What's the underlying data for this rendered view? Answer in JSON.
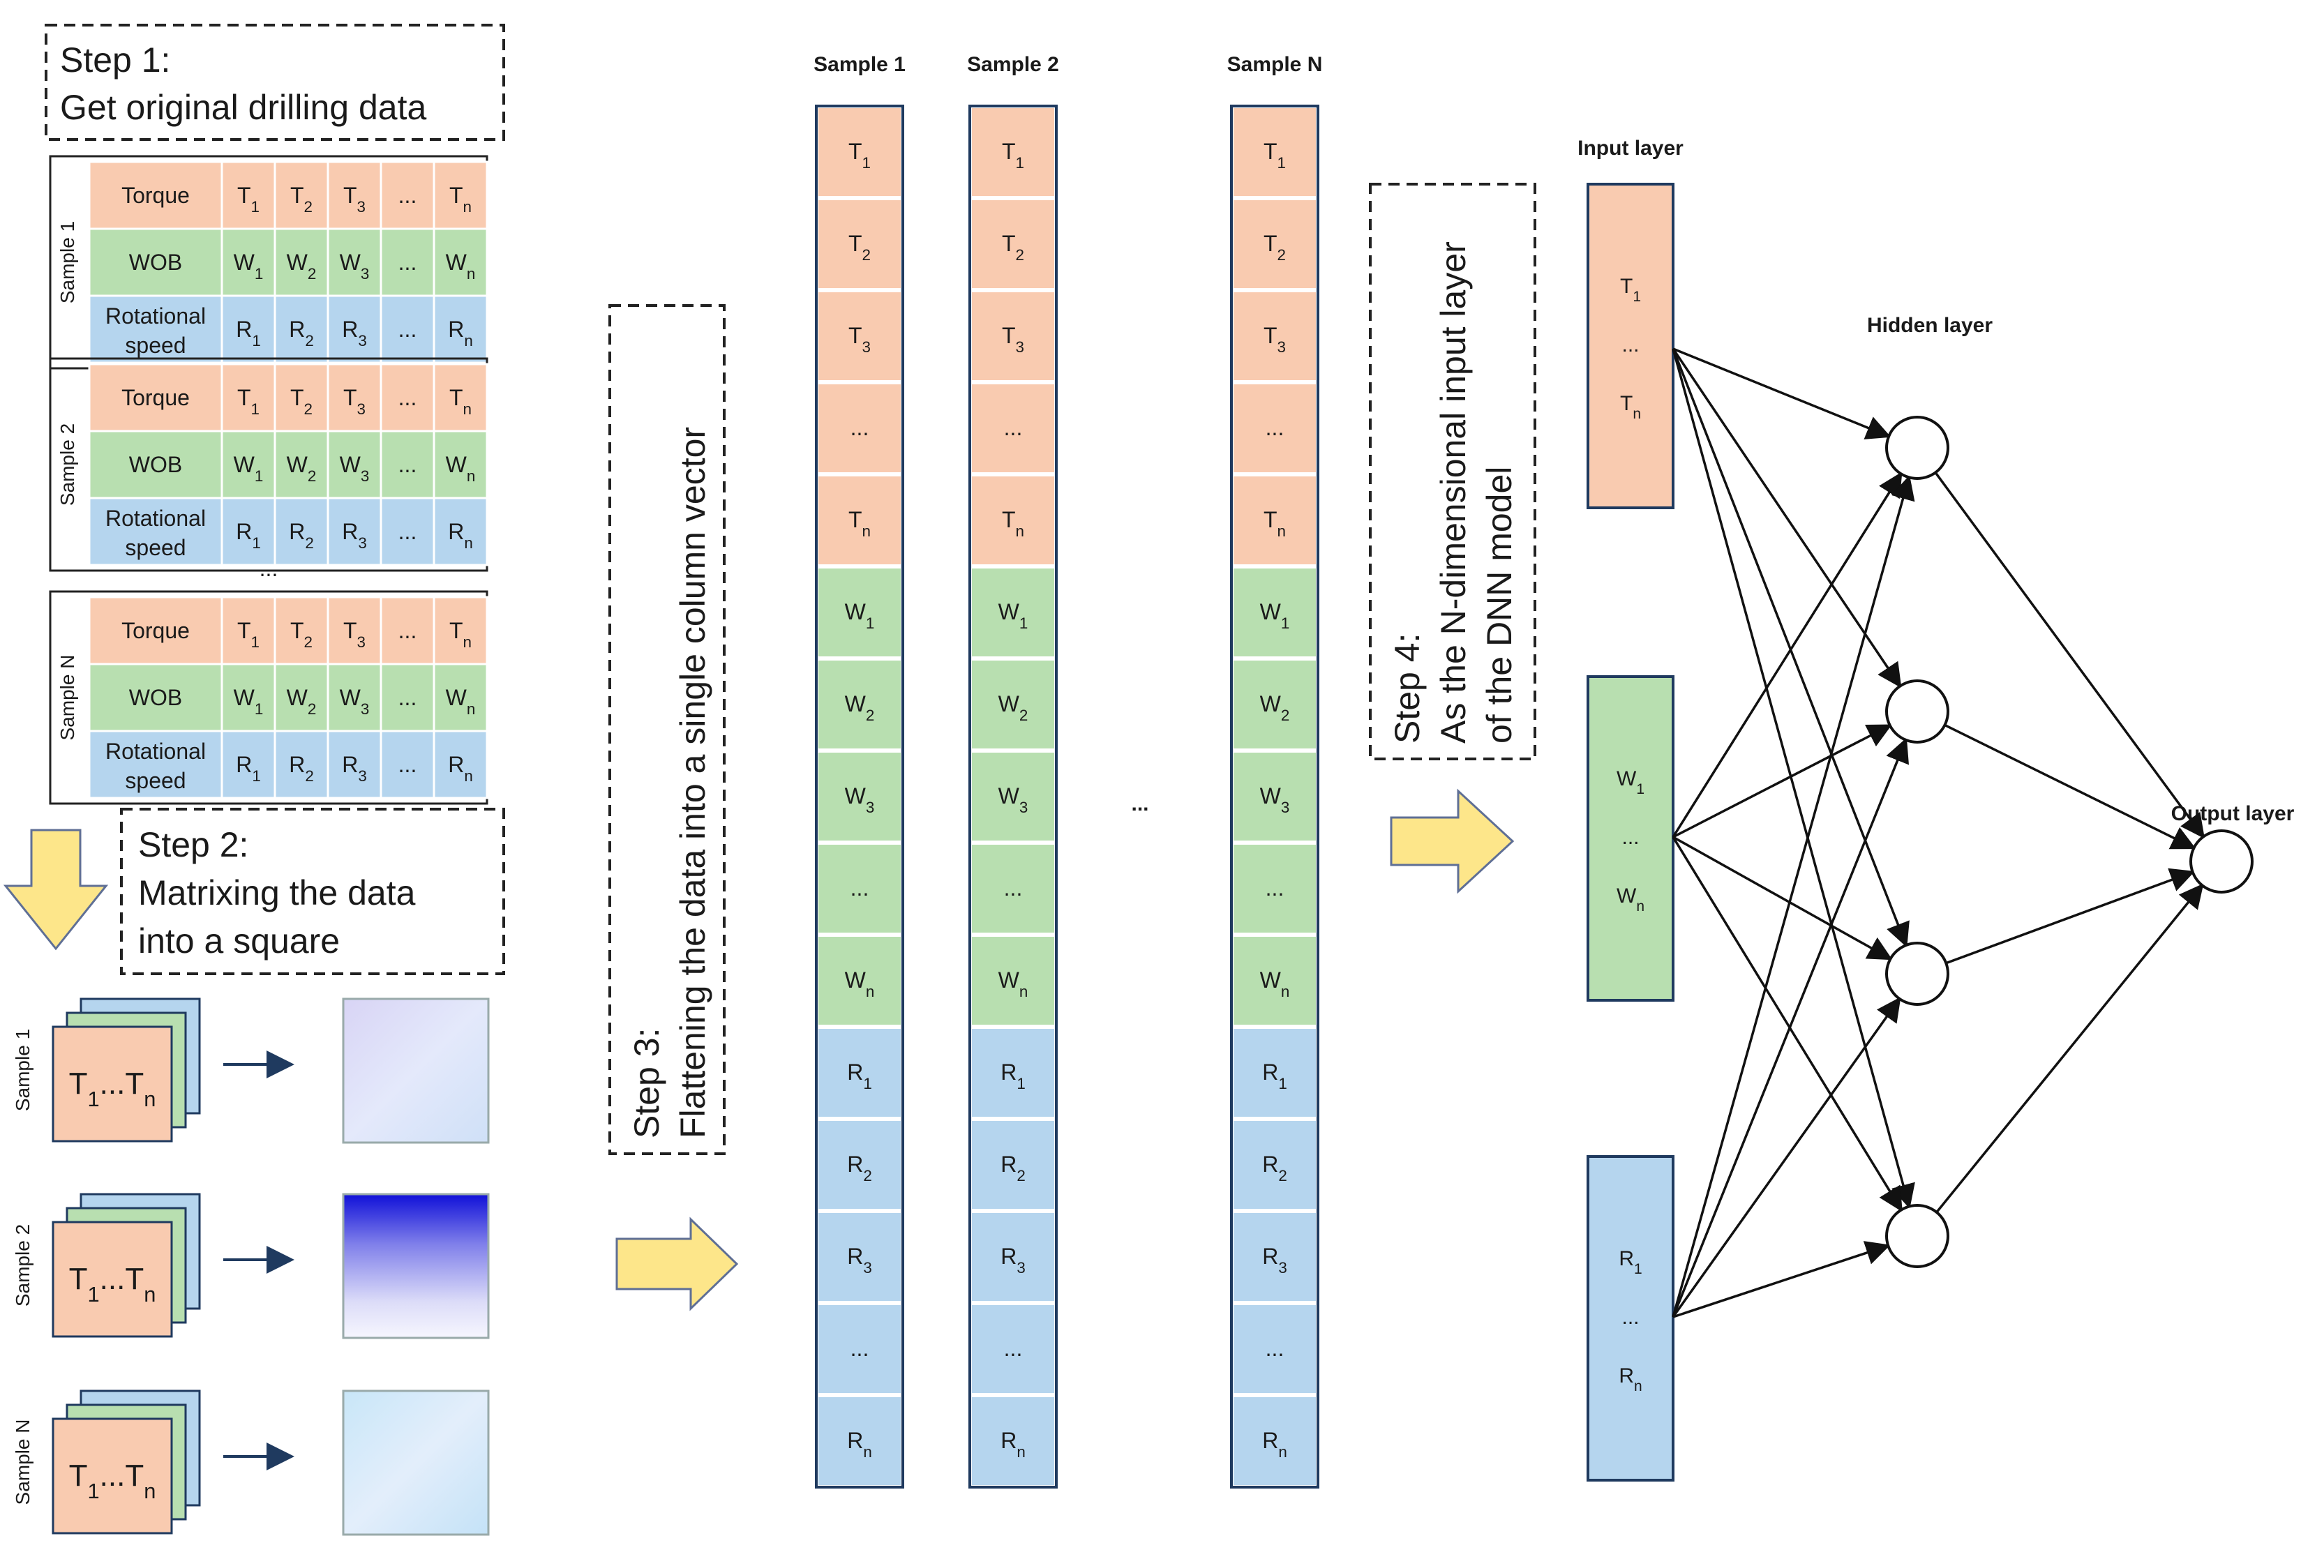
{
  "steps": {
    "step1": {
      "title": "Step 1:",
      "line1": "Get original drilling data"
    },
    "step2": {
      "title": "Step 2:",
      "line1": "Matrixing the data",
      "line2": "into a square"
    },
    "step3": {
      "title": "Step 3:",
      "line1": "Flattening the data into a single column vector"
    },
    "step4": {
      "title": "Step 4:",
      "line1": "As the N-dimensional input layer",
      "line2": "of the DNN model"
    }
  },
  "table": {
    "samples": [
      "Sample 1",
      "Sample 2",
      "Sample N"
    ],
    "gap": "...",
    "rows": [
      {
        "label": "Torque",
        "cells": [
          "T1",
          "T2",
          "T3",
          "...",
          "Tn"
        ]
      },
      {
        "label": "WOB",
        "cells": [
          "W1",
          "W2",
          "W3",
          "...",
          "Wn"
        ]
      },
      {
        "label": "Rotational speed",
        "cells": [
          "R1",
          "R2",
          "R3",
          "...",
          "Rn"
        ]
      }
    ]
  },
  "squares": {
    "samples": [
      "Sample 1",
      "Sample 2",
      "Sample N"
    ],
    "stack_label": "T1...Tn"
  },
  "vectors": {
    "columns": [
      "Sample 1",
      "Sample 2",
      "Sample N"
    ],
    "between": "...",
    "cells": [
      "T1",
      "T2",
      "T3",
      "...",
      "Tn",
      "W1",
      "W2",
      "W3",
      "...",
      "Wn",
      "R1",
      "R2",
      "R3",
      "...",
      "Rn"
    ]
  },
  "network": {
    "input_label": "Input layer",
    "hidden_label": "Hidden layer",
    "output_label": "Output layer",
    "input_groups": [
      {
        "first": "T1",
        "mid": "...",
        "last": "Tn"
      },
      {
        "first": "W1",
        "mid": "...",
        "last": "Wn"
      },
      {
        "first": "R1",
        "mid": "...",
        "last": "Rn"
      }
    ],
    "hidden_count": 4,
    "output_count": 1
  },
  "colors": {
    "torque": "#f9cbb0",
    "wob": "#b8dfb0",
    "rot": "#b5d5ee",
    "border": "#1f3a5f",
    "arrow_fill": "#fde68a",
    "grid_line": "#ffffff"
  }
}
